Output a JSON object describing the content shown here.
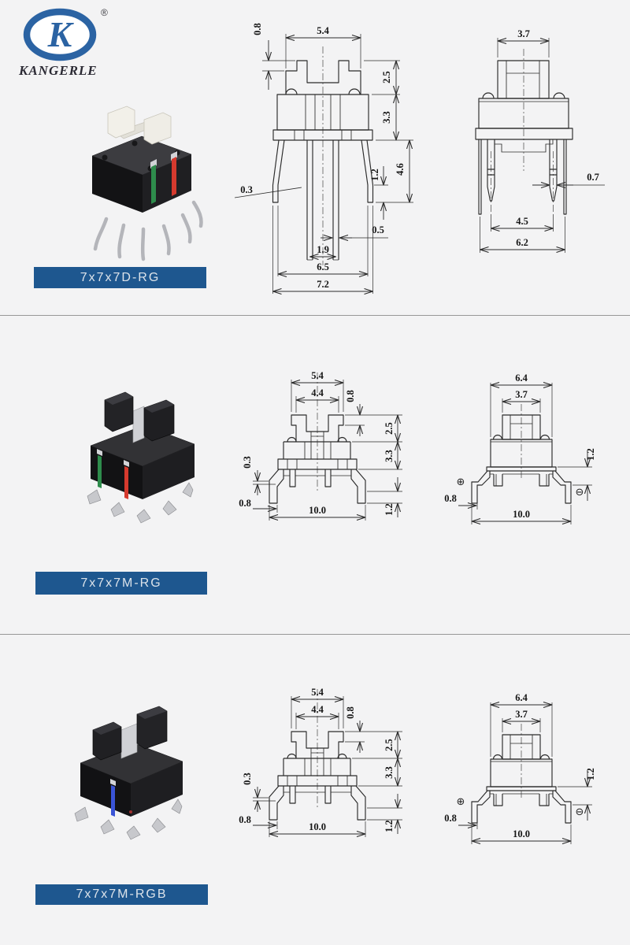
{
  "brand": {
    "name": "KANGERLE",
    "registered": "®",
    "logo_color": "#2b63a3"
  },
  "colors": {
    "background": "#f3f3f4",
    "label_bar": "#1e578f",
    "drawing_line": "#2b2b2b",
    "led_green": "#2e8c4c",
    "led_red": "#d53a2e",
    "led_blue": "#3a54d6"
  },
  "sections": [
    {
      "model": "7x7x7D-RG",
      "front_dims": {
        "cap_step": "0.8",
        "cap_width": "5.4",
        "stem_height": "2.5",
        "body_height": "3.3",
        "leg_length": "4.6",
        "leg_tip": "1.2",
        "leg_thickness": "0.3",
        "pin_width": "0.5",
        "pin_pitch": "1.9",
        "leg_span_inner": "6.5",
        "leg_span_outer": "7.2"
      },
      "side_dims": {
        "stem_width": "3.7",
        "pin_width": "0.7",
        "pin_pitch": "4.5",
        "lead_span": "6.2"
      }
    },
    {
      "model": "7x7x7M-RG",
      "front_dims": {
        "cap_width": "5.4",
        "cap_inner_width": "4.4",
        "cap_step": "0.8",
        "stem_height": "2.5",
        "body_height": "3.3",
        "pad_thickness": "0.3",
        "pad_offset": "0.8",
        "base_width": "10.0",
        "foot_height": "1.2"
      },
      "side_dims": {
        "top_width": "6.4",
        "stem_width": "3.7",
        "mount_height": "1.2",
        "pad_offset": "0.8",
        "base_width": "10.0",
        "polarity_plus": "⊕",
        "polarity_minus": "⊖"
      }
    },
    {
      "model": "7x7x7M-RGB",
      "front_dims": {
        "cap_width": "5.4",
        "cap_inner_width": "4.4",
        "cap_step": "0.8",
        "stem_height": "2.5",
        "body_height": "3.3",
        "pad_thickness": "0.3",
        "pad_offset": "0.8",
        "base_width": "10.0",
        "foot_height": "1.2"
      },
      "side_dims": {
        "top_width": "6.4",
        "stem_width": "3.7",
        "mount_height": "1.2",
        "pad_offset": "0.8",
        "base_width": "10.0",
        "polarity_plus": "⊕",
        "polarity_minus": "⊖"
      }
    }
  ]
}
